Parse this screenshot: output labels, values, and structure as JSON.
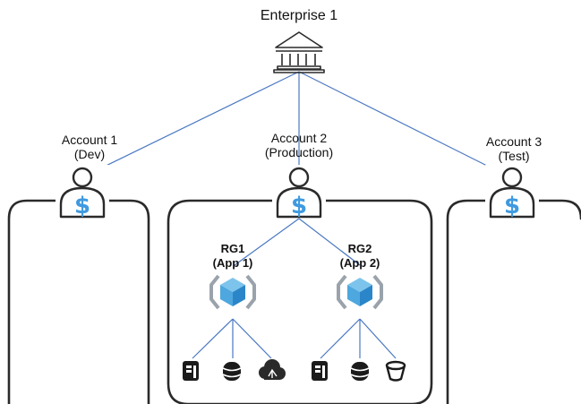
{
  "enterprise": {
    "label": "Enterprise 1",
    "icon": "bank-icon"
  },
  "accounts": [
    {
      "title": "Account 1",
      "subtitle": "(Dev)",
      "icon": "account-billing-icon"
    },
    {
      "title": "Account 2",
      "subtitle": "(Production)",
      "icon": "account-billing-icon"
    },
    {
      "title": "Account 3",
      "subtitle": "(Test)",
      "icon": "account-billing-icon"
    }
  ],
  "resource_groups": [
    {
      "title": "RG1",
      "subtitle": "(App 1)",
      "icon": "resource-group-cube-icon",
      "resources": [
        "server-icon",
        "database-icon",
        "cloud-network-icon"
      ]
    },
    {
      "title": "RG2",
      "subtitle": "(App 2)",
      "icon": "resource-group-cube-icon",
      "resources": [
        "server-icon",
        "database-icon",
        "storage-bucket-icon"
      ]
    }
  ],
  "colors": {
    "connector": "#4a78c2",
    "icon_blue": "#3f9ae0",
    "outline": "#2a2a2a",
    "cube_light": "#7cc4ec",
    "cube_dark": "#2b86c9"
  }
}
